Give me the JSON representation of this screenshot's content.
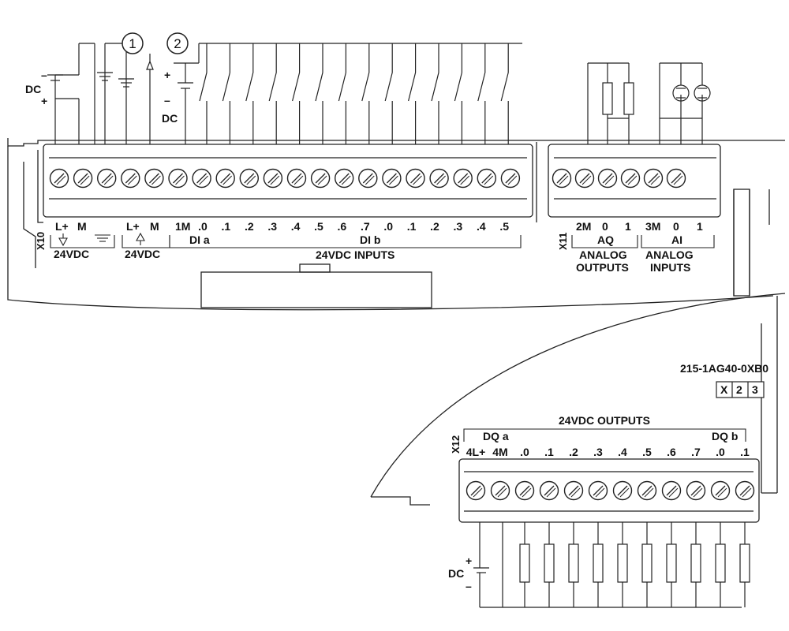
{
  "callouts": {
    "c1": "1",
    "c2": "2"
  },
  "supply_top_left": {
    "dc": "DC",
    "minus": "–",
    "plus": "+"
  },
  "supply_top_mid": {
    "dc": "DC",
    "plus": "+",
    "minus": "–"
  },
  "supply_bottom": {
    "dc": "DC",
    "plus": "+",
    "minus": "–"
  },
  "x10": {
    "id": "X10",
    "out_lplus": "L+",
    "out_m": "M",
    "out_group": "24VDC",
    "in_lplus": "L+",
    "in_m": "M",
    "in_group": "24VDC",
    "di_common": "1M",
    "dia_points": [
      ".0",
      ".1",
      ".2",
      ".3",
      ".4",
      ".5",
      ".6",
      ".7"
    ],
    "dib_points": [
      ".0",
      ".1",
      ".2",
      ".3",
      ".4",
      ".5"
    ],
    "dia_label": "DI a",
    "dib_label": "DI b",
    "inputs_title": "24VDC INPUTS"
  },
  "x11": {
    "id": "X11",
    "aq_common": "2M",
    "aq_points": [
      "0",
      "1"
    ],
    "aq_label": "AQ",
    "aq_line1": "ANALOG",
    "aq_line2": "OUTPUTS",
    "ai_common": "3M",
    "ai_points": [
      "0",
      "1"
    ],
    "ai_label": "AI",
    "ai_line1": "ANALOG",
    "ai_line2": "INPUTS"
  },
  "part": {
    "number": "215-1AG40-0XB0",
    "cells": [
      "X",
      "2",
      "3"
    ]
  },
  "x12": {
    "id": "X12",
    "title": "24VDC OUTPUTS",
    "dqa_label": "DQ a",
    "dqb_label": "DQ b",
    "terms": [
      "4L+",
      "4M",
      ".0",
      ".1",
      ".2",
      ".3",
      ".4",
      ".5",
      ".6",
      ".7",
      ".0",
      ".1"
    ]
  }
}
